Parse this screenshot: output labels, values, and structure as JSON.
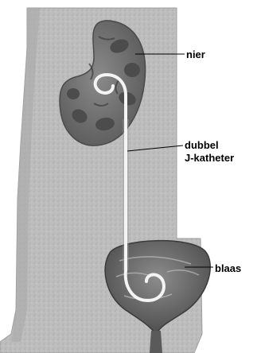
{
  "labels": {
    "kidney": "nier",
    "catheter_line1": "dubbel",
    "catheter_line2": "J-katheter",
    "bladder": "blaas"
  },
  "colors": {
    "body": "#bdbdbd",
    "kidney_cortex": "#7a7a7a",
    "kidney_medulla": "#545454",
    "bladder": "#6b6b6b",
    "catheter": "#f4f4f4",
    "leader": "#000000"
  }
}
